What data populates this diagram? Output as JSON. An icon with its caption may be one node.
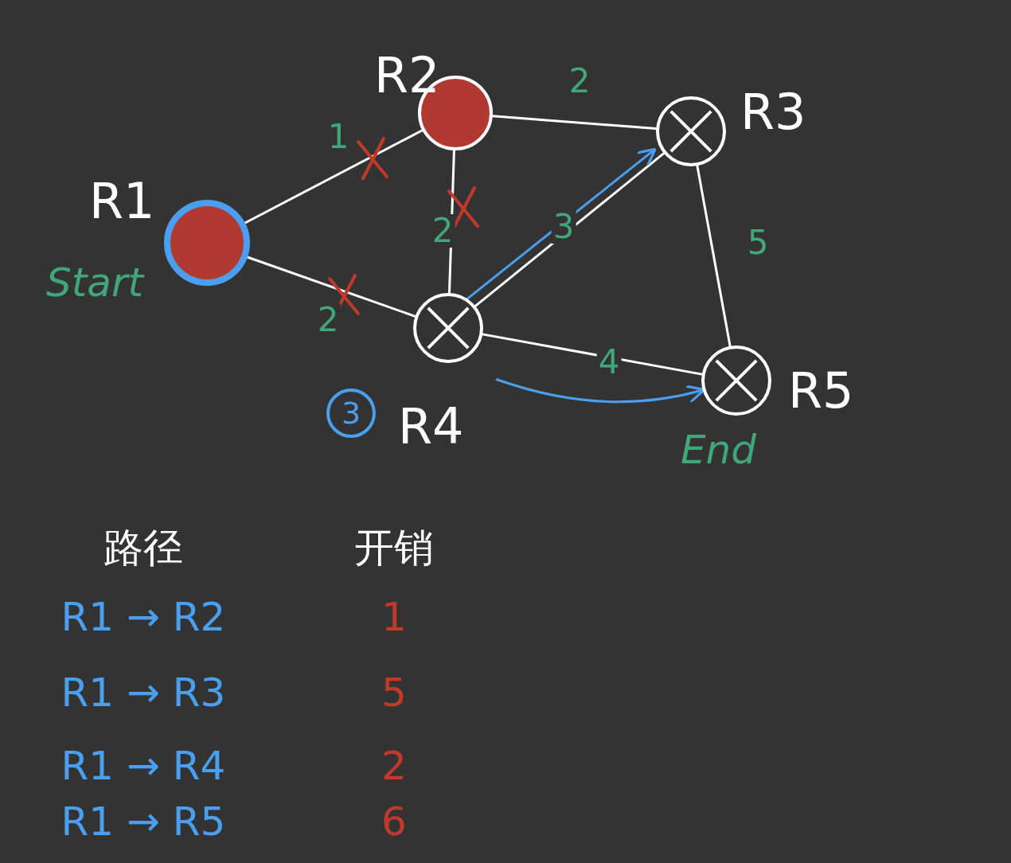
{
  "diagram": {
    "nodes": [
      {
        "text": [
          "R1"
        ],
        "beside": [
          "Start"
        ]
      },
      {
        "text": [
          "R2"
        ]
      },
      {
        "text": [
          "R3"
        ]
      },
      {
        "text": [
          "R4"
        ]
      },
      {
        "text": [
          "R5"
        ],
        "beside": [
          "End"
        ]
      }
    ],
    "edges": [
      {
        "from": 0,
        "to": 1,
        "arrow": "none",
        "label": "1"
      },
      {
        "from": 0,
        "to": 3,
        "arrow": "none",
        "label": "2"
      },
      {
        "from": 1,
        "to": 2,
        "arrow": "none",
        "label": "2"
      },
      {
        "from": 1,
        "to": 3,
        "arrow": "none",
        "label": "2"
      },
      {
        "from": 3,
        "to": 2,
        "arrow": "none",
        "label": "3"
      },
      {
        "from": 2,
        "to": 4,
        "arrow": "none",
        "label": "5"
      },
      {
        "from": 3,
        "to": 4,
        "arrow": "none",
        "label": "4"
      },
      {
        "from": 3,
        "to": 2,
        "arrow": "to",
        "color": "#4a9ff0"
      },
      {
        "from": 3,
        "to": 4,
        "arrow": "to",
        "color": "#4a9ff0"
      }
    ],
    "labels": [
      "3",
      "路径",
      "开销",
      "R1 → R2",
      "1",
      "R1 → R3",
      "5",
      "R1 → R4",
      "2",
      "R1 → R5",
      "6"
    ]
  }
}
